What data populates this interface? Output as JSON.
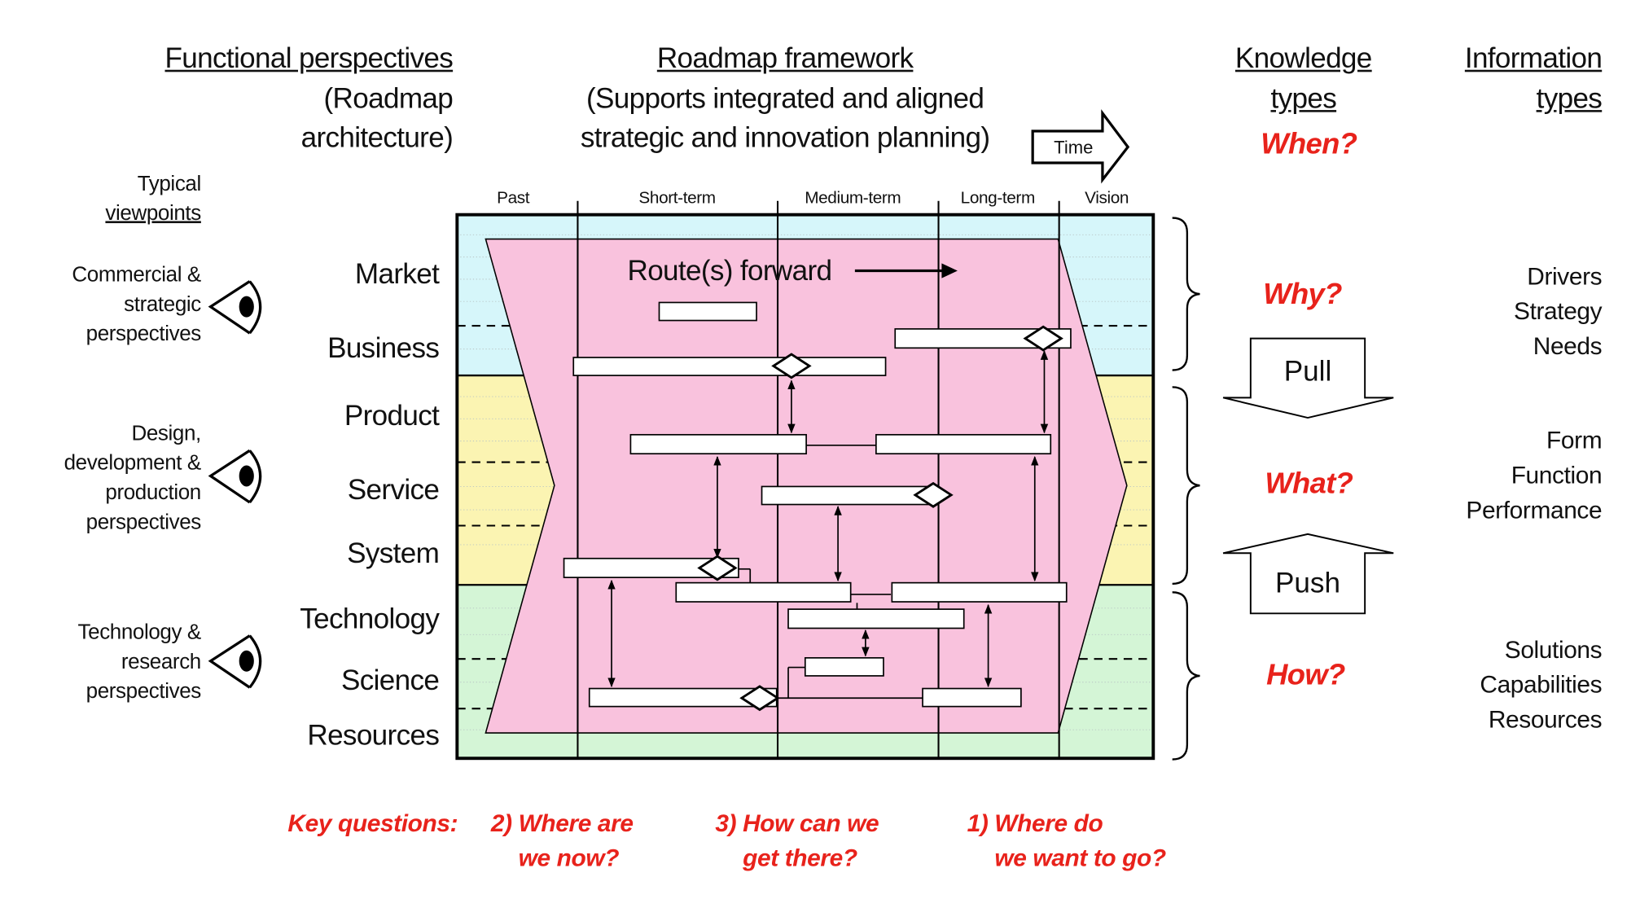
{
  "headers": {
    "functional": "Functional perspectives",
    "functional_sub1": "(Roadmap",
    "functional_sub2": "architecture)",
    "framework": "Roadmap framework",
    "framework_sub1": "(Supports integrated and aligned",
    "framework_sub2": "strategic and innovation planning)",
    "knowledge1": "Knowledge",
    "knowledge2": "types",
    "information1": "Information",
    "information2": "types"
  },
  "time_label": "Time",
  "viewpoints": {
    "line1": "Typical",
    "line2": "viewpoints"
  },
  "perspectives": [
    {
      "lines": [
        "Commercial &",
        "strategic",
        "perspectives"
      ]
    },
    {
      "lines": [
        "Design,",
        "development &",
        "production",
        "perspectives"
      ]
    },
    {
      "lines": [
        "Technology &",
        "research",
        "perspectives"
      ]
    }
  ],
  "timeline": [
    "Past",
    "Short-term",
    "Medium-term",
    "Long-term",
    "Vision"
  ],
  "layers": [
    "Market",
    "Business",
    "Product",
    "Service",
    "System",
    "Technology",
    "Science",
    "Resources"
  ],
  "route_label": "Route(s) forward",
  "knowledge_types": [
    "When?",
    "Why?",
    "What?",
    "How?"
  ],
  "pull_label": "Pull",
  "push_label": "Push",
  "information_types": [
    [
      "Drivers",
      "Strategy",
      "Needs"
    ],
    [
      "Form",
      "Function",
      "Performance"
    ],
    [
      "Solutions",
      "Capabilities",
      "Resources"
    ]
  ],
  "key_questions": {
    "label": "Key questions:",
    "q2": [
      "2) Where are",
      "we now?"
    ],
    "q3": [
      "3) How can we",
      "get there?"
    ],
    "q1": [
      "1) Where do",
      "we want to go?"
    ]
  },
  "colors": {
    "market_band": "#d6f6fa",
    "product_band": "#fbf4b2",
    "technology_band": "#d4f5d6",
    "route_arrow": "#f9c2dd",
    "accent_red": "#e8221b"
  }
}
